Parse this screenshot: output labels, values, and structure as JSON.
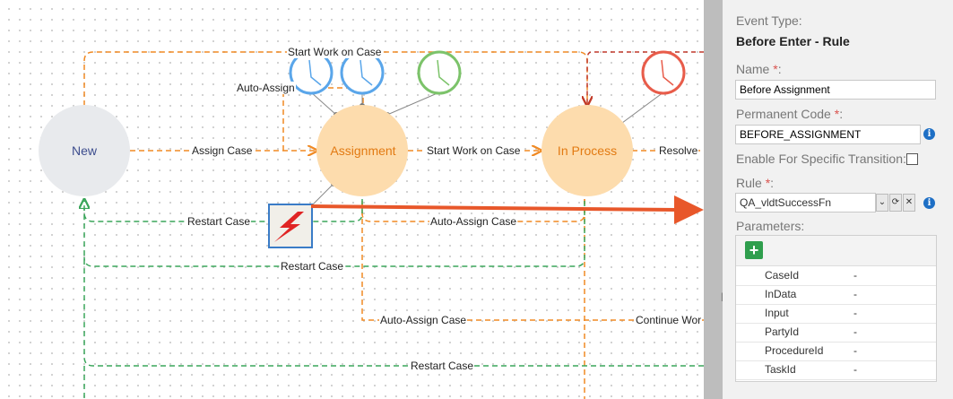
{
  "diagram": {
    "states": {
      "new": "New",
      "assignment": "Assignment",
      "in_process": "In Process"
    },
    "transitions": {
      "start_work_top": "Start Work on Case",
      "auto_assign_top": "Auto-Assign",
      "assign_case": "Assign Case",
      "start_work_mid": "Start Work on Case",
      "resolve": "Resolve",
      "restart_case_1": "Restart Case",
      "auto_assign_mid": "Auto-Assign Case",
      "restart_case_2": "Restart Case",
      "auto_assign_low": "Auto-Assign Case",
      "continue_work": "Continue Wor",
      "restart_case_3": "Restart Case"
    },
    "colors": {
      "orange": "#f08a24",
      "green": "#3aa55a",
      "red": "#c0392b",
      "timer_blue": "#5aa6ea",
      "timer_green": "#7cc36a",
      "timer_red": "#e85c4a",
      "state_fill": "#fddcad",
      "new_fill": "#e8eaed",
      "arrow": "#e8572a"
    },
    "icons": [
      "clock-icon",
      "lightning-event-icon"
    ]
  },
  "panel": {
    "event_type_label": "Event Type:",
    "event_type_value": "Before Enter - Rule",
    "name_label": "Name",
    "name_value": "Before Assignment",
    "code_label": "Permanent Code",
    "code_value": "BEFORE_ASSIGNMENT",
    "specific_transition_label": "Enable For Specific Transition:",
    "rule_label": "Rule",
    "rule_value": "QA_vldtSuccessFn",
    "required_mark": "*",
    "colon": ":",
    "parameters_label": "Parameters:",
    "add_label": "+",
    "parameters": [
      {
        "name": "CaseId",
        "value": "-"
      },
      {
        "name": "InData",
        "value": "-"
      },
      {
        "name": "Input",
        "value": "-"
      },
      {
        "name": "PartyId",
        "value": "-"
      },
      {
        "name": "ProcedureId",
        "value": "-"
      },
      {
        "name": "TaskId",
        "value": "-"
      }
    ]
  }
}
